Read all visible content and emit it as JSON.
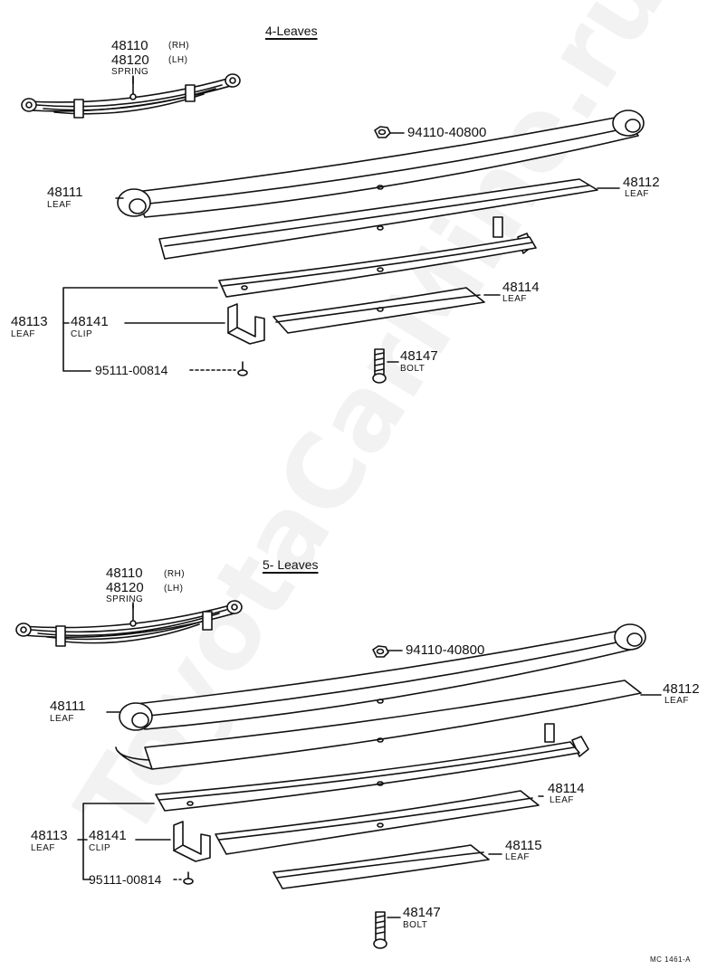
{
  "sections": [
    {
      "title": "4-Leaves",
      "spring": {
        "rh_number": "48110",
        "rh_tag": "(RH)",
        "lh_number": "48120",
        "lh_tag": "(LH)",
        "name": "SPRING"
      },
      "parts": [
        {
          "number": "94110-40800"
        },
        {
          "number": "48111",
          "name": "LEAF"
        },
        {
          "number": "48112",
          "name": "LEAF"
        },
        {
          "number": "48113",
          "name": "LEAF"
        },
        {
          "number": "48114",
          "name": "LEAF"
        },
        {
          "number": "48141",
          "name": "CLIP"
        },
        {
          "number": "95111-00814"
        },
        {
          "number": "48147",
          "name": "BOLT"
        }
      ]
    },
    {
      "title": "5- Leaves",
      "spring": {
        "rh_number": "48110",
        "rh_tag": "(RH)",
        "lh_number": "48120",
        "lh_tag": "(LH)",
        "name": "SPRING"
      },
      "parts": [
        {
          "number": "94110-40800"
        },
        {
          "number": "48111",
          "name": "LEAF"
        },
        {
          "number": "48112",
          "name": "LEAF"
        },
        {
          "number": "48113",
          "name": "LEAF"
        },
        {
          "number": "48114",
          "name": "LEAF"
        },
        {
          "number": "48115",
          "name": "LEAF"
        },
        {
          "number": "48141",
          "name": "CLIP"
        },
        {
          "number": "95111-00814"
        },
        {
          "number": "48147",
          "name": "BOLT"
        }
      ]
    }
  ],
  "diagram_code": "MC 1461-A",
  "watermark": "ToyotaCarMine.ru"
}
